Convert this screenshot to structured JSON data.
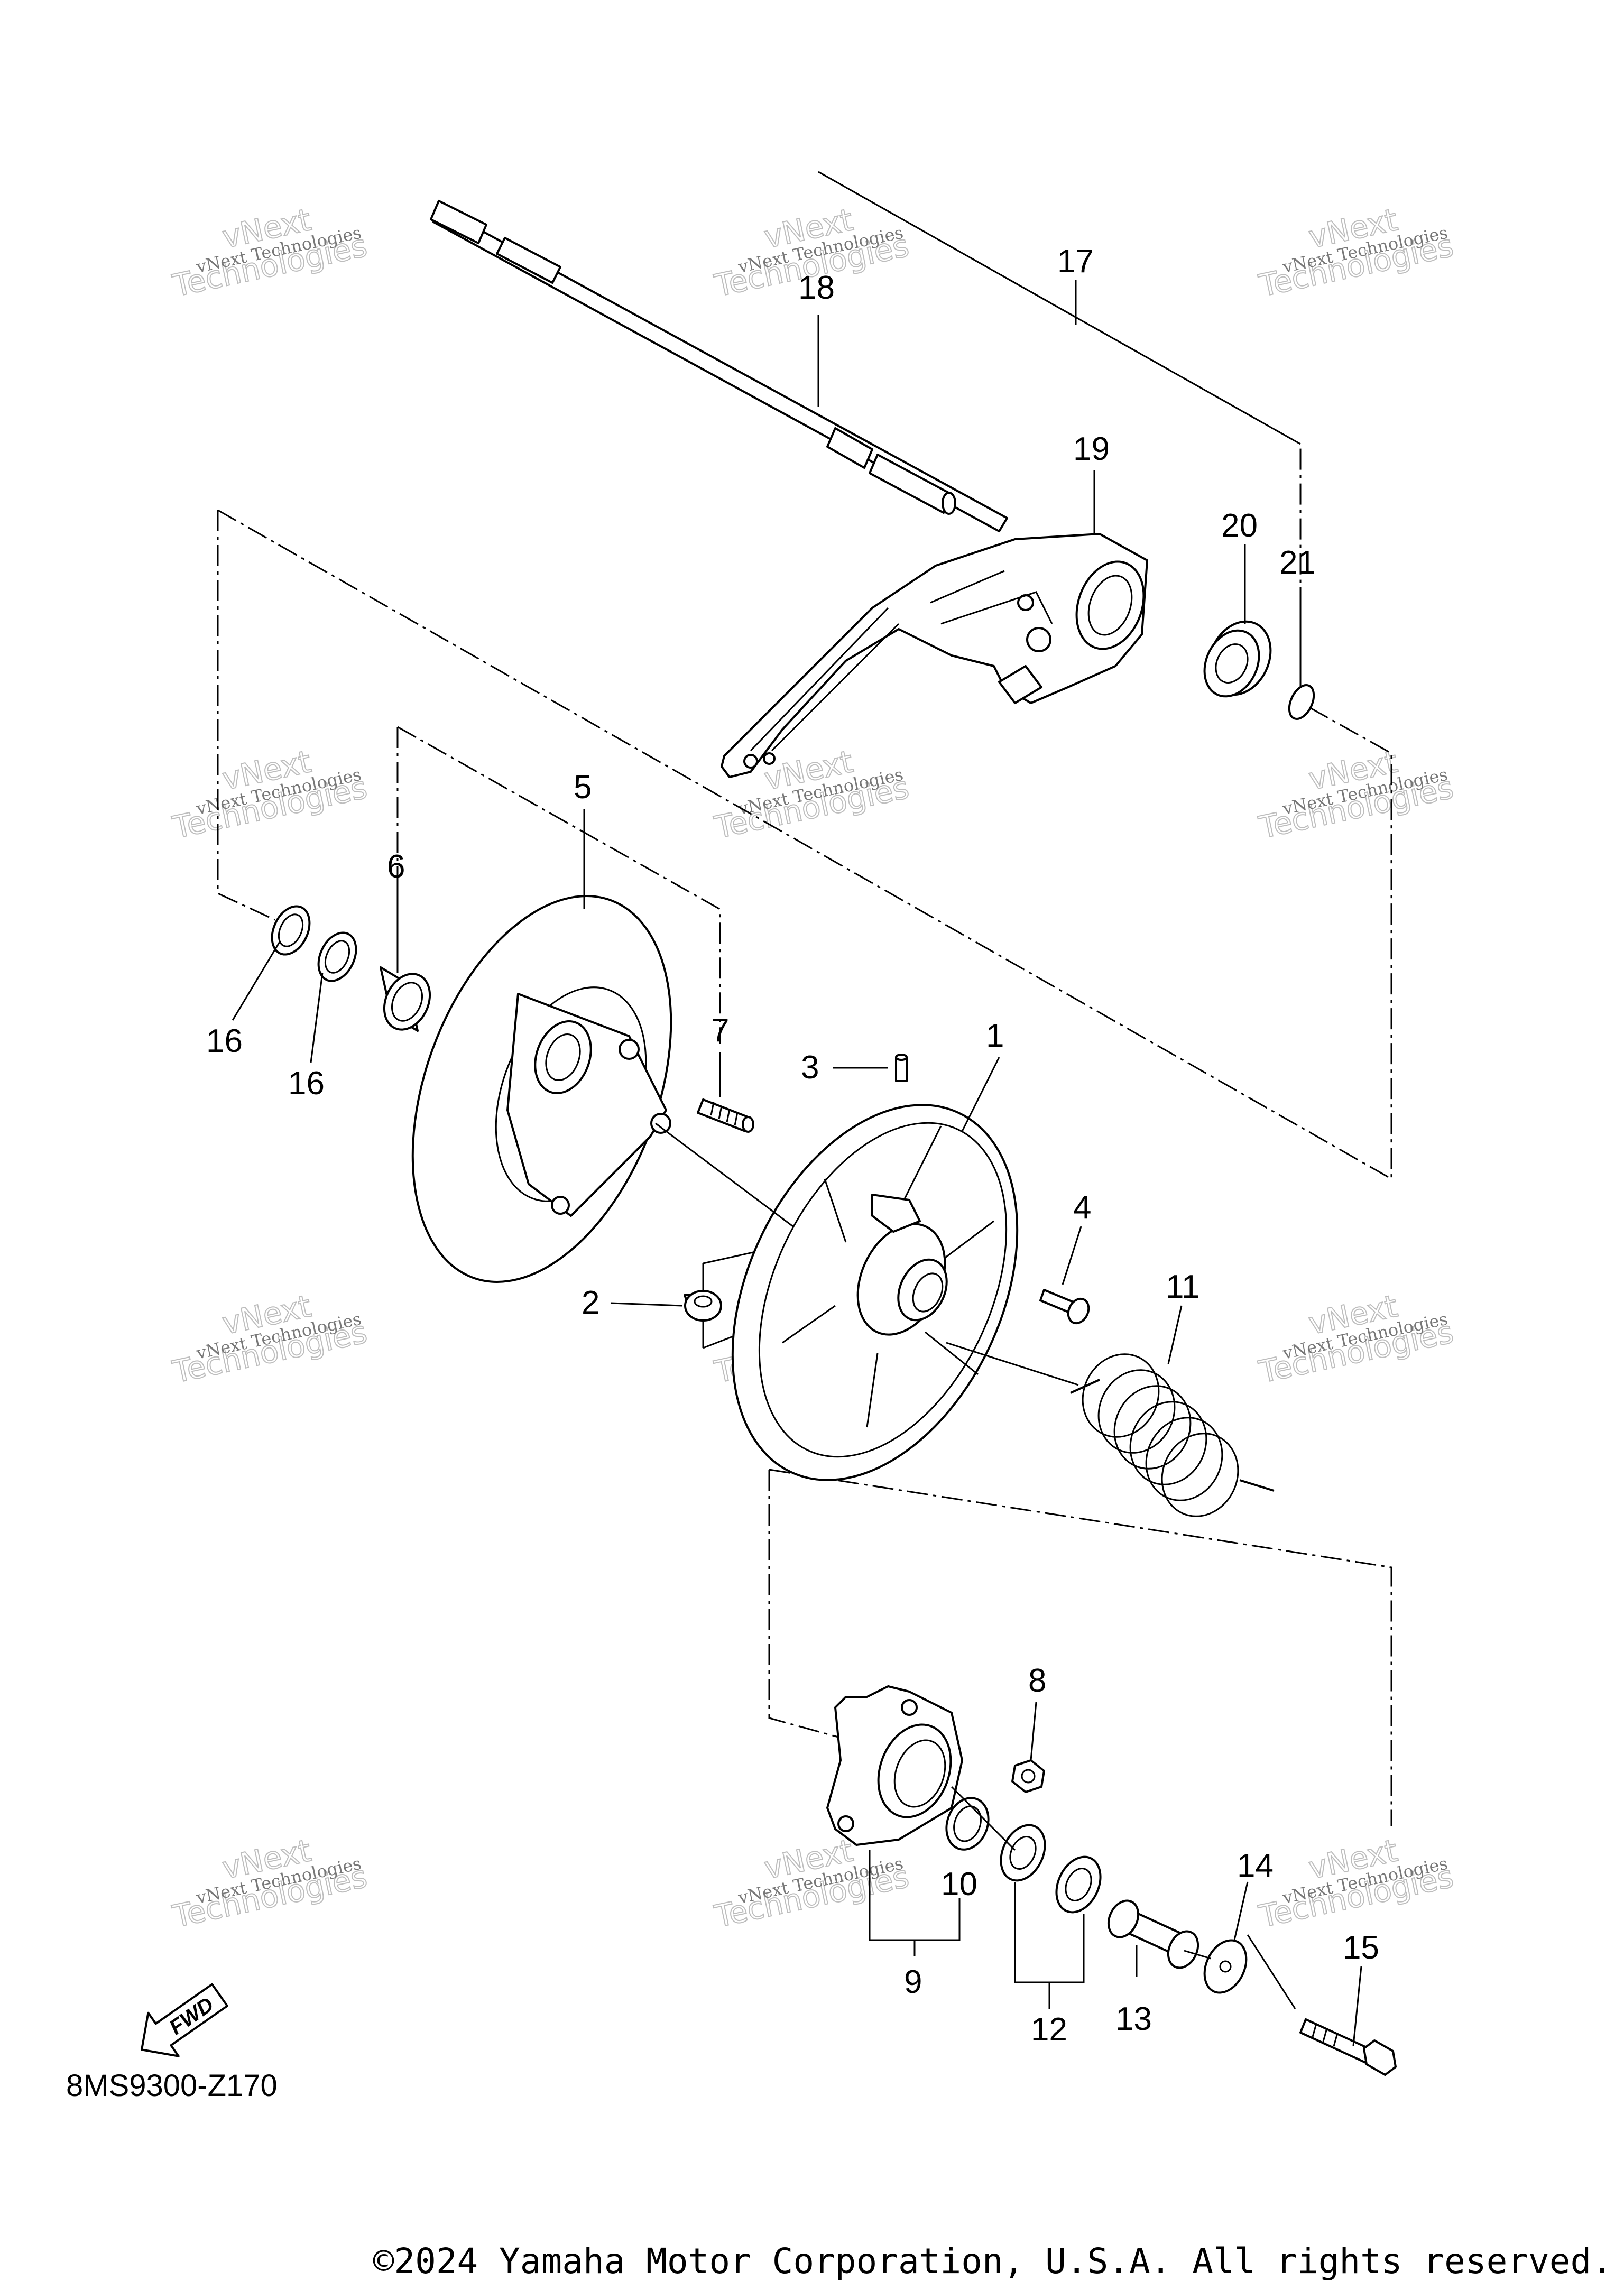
{
  "callouts": {
    "c1": "1",
    "c2": "2",
    "c3": "3",
    "c4": "4",
    "c5": "5",
    "c6": "6",
    "c7": "7",
    "c8": "8",
    "c9": "9",
    "c10": "10",
    "c11": "11",
    "c12": "12",
    "c13": "13",
    "c14": "14",
    "c15": "15",
    "c16a": "16",
    "c16b": "16",
    "c17": "17",
    "c18": "18",
    "c19": "19",
    "c20": "20",
    "c21": "21"
  },
  "fwd_label": "FWD",
  "diagram_code": "8MS9300-Z170",
  "copyright": "©2024 Yamaha Motor Corporation, U.S.A. All rights reserved.",
  "watermark": {
    "line1": "vNext Technologies",
    "line2": "vNext",
    "line3": "Technologies"
  }
}
